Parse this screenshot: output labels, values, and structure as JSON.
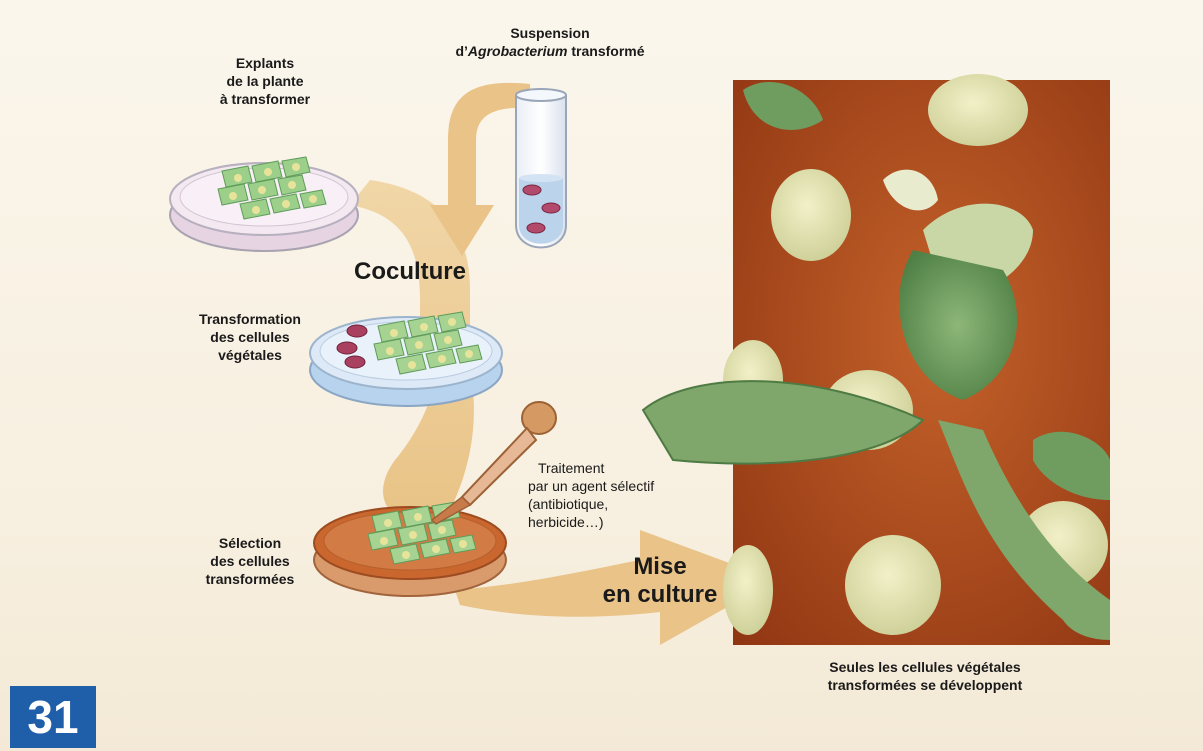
{
  "labels": {
    "explants": [
      "Explants",
      "de la plante",
      "à transformer"
    ],
    "suspension_line1": "Suspension",
    "suspension_prefix": "d’",
    "suspension_italic": "Agrobacterium",
    "suspension_suffix": " transformé",
    "coculture": "Coculture",
    "transformation": [
      "Transformation",
      "des cellules",
      "végétales"
    ],
    "traitement": [
      "Traitement",
      "par un agent sélectif",
      "(antibiotique,",
      "herbicide…)"
    ],
    "selection": [
      "Sélection",
      "des cellules",
      "transformées"
    ],
    "mise": [
      "Mise",
      "en culture"
    ],
    "caption": [
      "Seules les cellules végétales",
      "transformées se développent"
    ]
  },
  "figure_number": "31",
  "colors": {
    "arrow": "#ecc98e",
    "badge": "#1f5ea8",
    "explant_green": "#9ccf8a",
    "cell_purple": "#9c3d63",
    "medium_orange": "#c9672f",
    "photo_bg": "#b5501f"
  }
}
